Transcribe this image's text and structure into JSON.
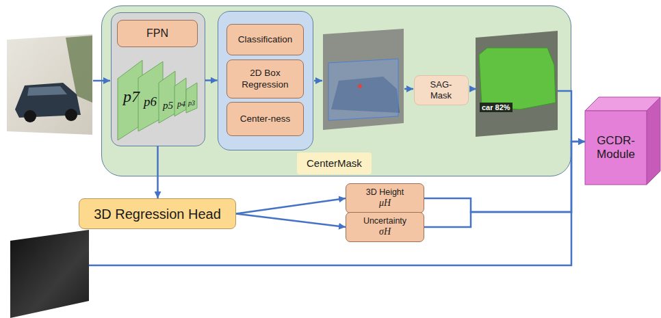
{
  "diagram": {
    "nodes": [
      {
        "text": [
          "CenterMask"
        ]
      },
      {
        "text": [],
        "in": 0
      },
      {
        "text": [
          "FPN"
        ],
        "in": 1
      },
      {
        "text": [],
        "in": 0
      },
      {
        "text": [
          "Classification"
        ],
        "in": 3
      },
      {
        "text": [
          "2D Box Regression"
        ],
        "in": 3
      },
      {
        "text": [
          "Center-ness"
        ],
        "in": 3
      },
      {
        "text": [
          "SAG- Mask"
        ],
        "in": 0
      },
      {
        "text": [
          "GCDR- Module"
        ]
      },
      {
        "text": [
          "3D Regression Head"
        ]
      },
      {
        "text": [
          "3D Height",
          "μH"
        ]
      },
      {
        "text": [
          "Uncertainty",
          "σH"
        ]
      }
    ],
    "edges": [
      {
        "from": 1,
        "to": 3,
        "arrow": "to"
      },
      {
        "from": 1,
        "to": 9,
        "arrow": "to"
      },
      {
        "from": 9,
        "to": 10,
        "arrow": "to"
      },
      {
        "from": 9,
        "to": 11,
        "arrow": "to"
      },
      {
        "from": 10,
        "to": 8,
        "arrow": "to"
      },
      {
        "from": 11,
        "to": 8,
        "arrow": "to"
      }
    ],
    "labels": [
      "p7",
      "p6",
      "p5",
      "p4",
      "p3",
      "car 82%"
    ]
  }
}
